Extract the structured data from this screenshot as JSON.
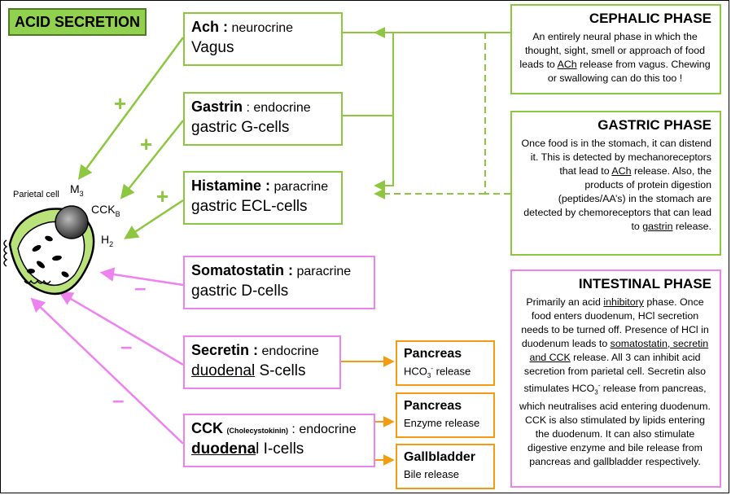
{
  "title": "ACID SECRETION",
  "hormones": [
    {
      "name": "Ach :",
      "type": "neurocrine",
      "source": "Vagus"
    },
    {
      "name": "Gastrin",
      "type": ": endocrine",
      "source": "gastric G-cells"
    },
    {
      "name": "Histamine :",
      "type": "paracrine",
      "source": "gastric ECL-cells"
    },
    {
      "name": "Somatostatin :",
      "type": "paracrine",
      "source": "gastric D-cells"
    },
    {
      "name": "Secretin :",
      "type": "endocrine",
      "source_ul": "duodenal",
      "source_rest": " S-cells"
    },
    {
      "name": "CCK",
      "subname": "(Cholecystokinin)",
      "type": ": endocrine",
      "source_ul": "duodena",
      "source_rest": "l I-cells"
    }
  ],
  "targets": [
    {
      "title": "Pancreas",
      "sub_pre": "HCO",
      "sub_subscript": "3",
      "sub_superscript": "-",
      "sub_post": " release"
    },
    {
      "title": "Pancreas",
      "sub": "Enzyme release"
    },
    {
      "title": "Gallbladder",
      "sub": "Bile release"
    }
  ],
  "cell": {
    "label": "Parietal cell",
    "receptor_m": "M",
    "receptor_m_sub": "3",
    "receptor_cck": "CCK",
    "receptor_cck_sub": "B",
    "receptor_h": "H",
    "receptor_h_sub": "2"
  },
  "signs": {
    "plus": "+",
    "minus": "–"
  },
  "phases": {
    "cephalic": {
      "title": "CEPHALIC PHASE",
      "t1": "An entirely neural phase in which the thought, sight, smell or approach of food leads to ",
      "t1_ul": "ACh",
      "t2": " release from vagus. Chewing or swallowing can do this too !"
    },
    "gastric": {
      "title": "GASTRIC PHASE",
      "t1": "Once food is in the stomach, it can distend it. This is detected by mechanoreceptors that lead to ",
      "t1_ul": "ACh",
      "t2": " release.  Also, the products of protein digestion (peptides/AA’s) in the stomach are detected by chemoreceptors that can lead to ",
      "t2_ul": "gastrin",
      "t3": " release."
    },
    "intestinal": {
      "title": "INTESTINAL PHASE",
      "t1": "Primarily an acid ",
      "t1_ul": "inhibitory",
      "t2": " phase. Once food enters duodenum, HCl secretion needs to be turned off.  Presence of HCl in duodenum leads to ",
      "t2_ul": "somatostatin, secretin and CCK",
      "t3": " release.  All 3 can inhibit acid secretion from parietal cell. Secretin also stimulates HCO",
      "t3_sub": "3",
      "t3_sup": "-",
      "t4": " release from pancreas, which neutralises acid entering duodenum.  CCK is also stimulated by lipids entering the duodenum.  It can also stimulate digestive enzyme and bile release from pancreas and gallbladder respectively."
    }
  },
  "colors": {
    "green": "#8dc63f",
    "pink": "#ee82ee",
    "orange": "#f39c12",
    "title_bg": "#92d050"
  }
}
